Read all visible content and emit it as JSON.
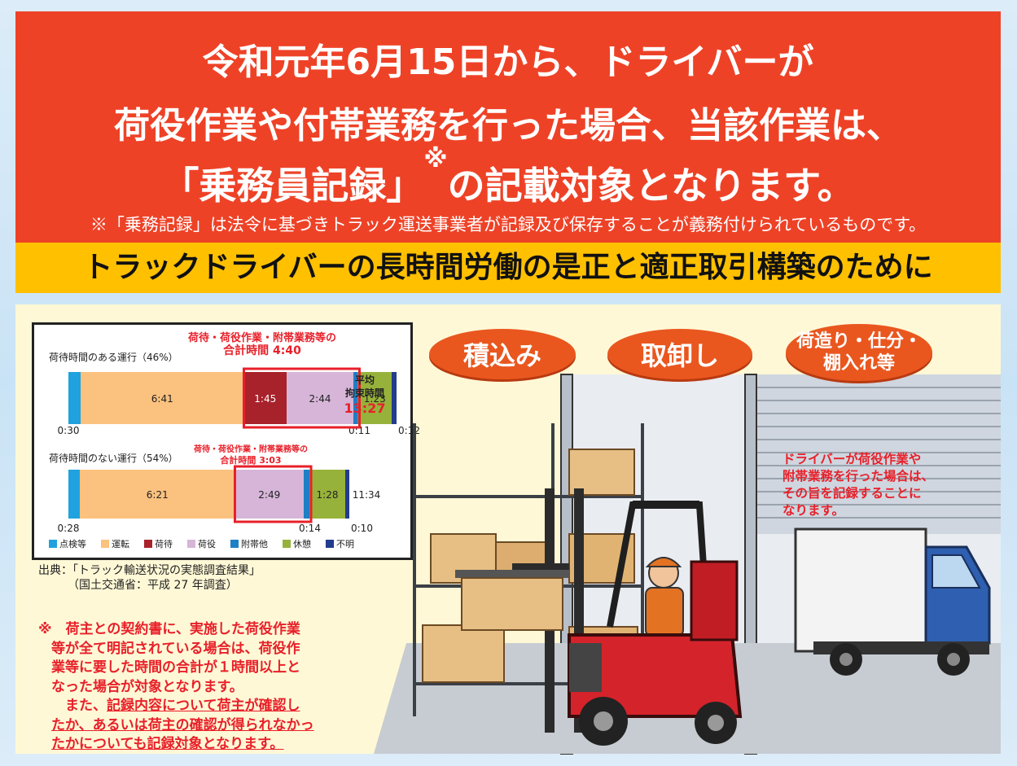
{
  "headline": {
    "line1": "令和元年6月15日から、ドライバーが",
    "line2": "荷役作業や付帯業務を行った場合、当該作業は、",
    "line3_main": "「乗務員記録」",
    "line3_mark": "※",
    "line3_rest": "の記載対象となります。",
    "note": "※「乗務記録」は法令に基づきトラック運送事業者が記録及び保存することが義務付けられているものです。"
  },
  "subheadline": "トラックドライバーの長時間労働の是正と適正取引構築のために",
  "chart_data": {
    "type": "bar",
    "orientation": "horizontal-stacked",
    "time_unit": "h:mm",
    "rows": [
      {
        "label": "荷待時間のある運行（46%）",
        "segments": [
          {
            "category": "点検等",
            "value": "0:30",
            "label": "0:30"
          },
          {
            "category": "運転",
            "value": "6:41",
            "label": "6:41"
          },
          {
            "category": "荷待",
            "value": "1:45",
            "label": "1:45"
          },
          {
            "category": "荷役",
            "value": "2:44",
            "label": "2:44"
          },
          {
            "category": "附帯他",
            "value": "0:11",
            "label": "0:11"
          },
          {
            "category": "休憩",
            "value": "1:23",
            "label": "1:23"
          },
          {
            "category": "不明",
            "value": "0:12",
            "label": "0:12"
          }
        ],
        "highlight_title": "荷待・荷役作業・附帯業務等の",
        "highlight_total_label": "合計時間",
        "highlight_total": "4:40",
        "total_title_line1": "平均",
        "total_title_line2": "拘束時間",
        "total": "13:27"
      },
      {
        "label": "荷待時間のない運行（54%）",
        "segments": [
          {
            "category": "点検等",
            "value": "0:28",
            "label": "0:28"
          },
          {
            "category": "運転",
            "value": "6:21",
            "label": "6:21"
          },
          {
            "category": "荷役",
            "value": "2:49",
            "label": "2:49"
          },
          {
            "category": "附帯他",
            "value": "0:14",
            "label": "0:14"
          },
          {
            "category": "休憩",
            "value": "1:28",
            "label": "1:28"
          },
          {
            "category": "不明",
            "value": "0:10",
            "label": "0:10"
          }
        ],
        "highlight_title": "荷待・荷役作業・附帯業務等の",
        "highlight_total_label": "合計時間",
        "highlight_total": "3:03",
        "total": "11:34"
      }
    ],
    "legend": [
      {
        "name": "点検等",
        "color": "#1fa2df"
      },
      {
        "name": "運転",
        "color": "#fbc17e"
      },
      {
        "name": "荷待",
        "color": "#a8222b"
      },
      {
        "name": "荷役",
        "color": "#d6b5d8"
      },
      {
        "name": "附帯他",
        "color": "#1e7fc4"
      },
      {
        "name": "休憩",
        "color": "#97b23a"
      },
      {
        "name": "不明",
        "color": "#233c8c"
      }
    ]
  },
  "source": {
    "line1": "出典：「トラック輸送状況の実態調査結果」",
    "line2": "（国土交通省：平成 27 年調査）"
  },
  "footnote": {
    "lines": [
      "※　荷主との契約書に、実施した荷役作業",
      "等が全て明記されている場合は、荷役作",
      "業等に要した時間の合計が１時間以上と",
      "なった場合が対象となります。"
    ],
    "line5_prefix": "　また、",
    "line5_underlined": "記録内容について荷主が確認し",
    "line6": "たか、あるいは荷主の確認が得られなかっ",
    "line7": "たかについても記録対象となります。"
  },
  "bubbles": {
    "loading": "積込み",
    "unloading": "取卸し",
    "packing_line1": "荷造り・仕分・",
    "packing_line2": "棚入れ等"
  },
  "driver_note": {
    "line1": "ドライバーが荷役作業や",
    "line2": "附帯業務を行った場合は、",
    "line3": "その旨を記録することに",
    "line4": "なります。"
  },
  "colors": {
    "banner_red": "#ee4227",
    "banner_yellow": "#ffc000",
    "panel_bg": "#fff8d6",
    "bubble_orange": "#e9571f",
    "note_red": "#e8202a",
    "highlight_red": "#e8202a"
  }
}
